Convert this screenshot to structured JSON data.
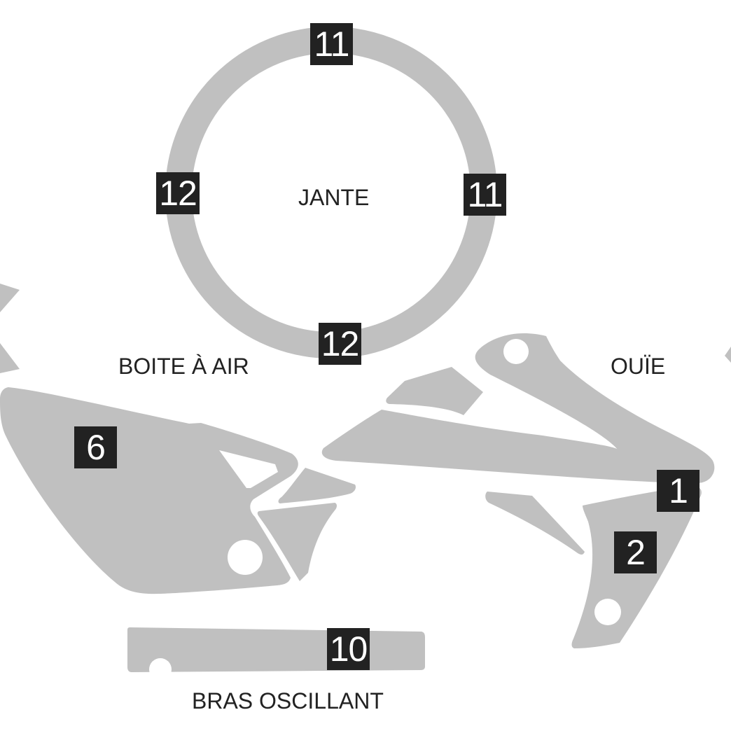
{
  "colors": {
    "piece": "#c0c0c0",
    "hole": "#ffffff",
    "badge_bg": "#222222",
    "badge_text": "#ffffff",
    "label_text": "#222222"
  },
  "labels": {
    "jante": "JANTE",
    "boite_a_air": "BOITE À AIR",
    "ouie": "OUÏE",
    "bras_oscillant": "BRAS OSCILLANT"
  },
  "badges": {
    "rim_top": "11",
    "rim_right": "11",
    "rim_left": "12",
    "rim_bottom": "12",
    "airbox": "6",
    "shroud_upper": "1",
    "shroud_lower": "2",
    "swingarm": "10"
  }
}
